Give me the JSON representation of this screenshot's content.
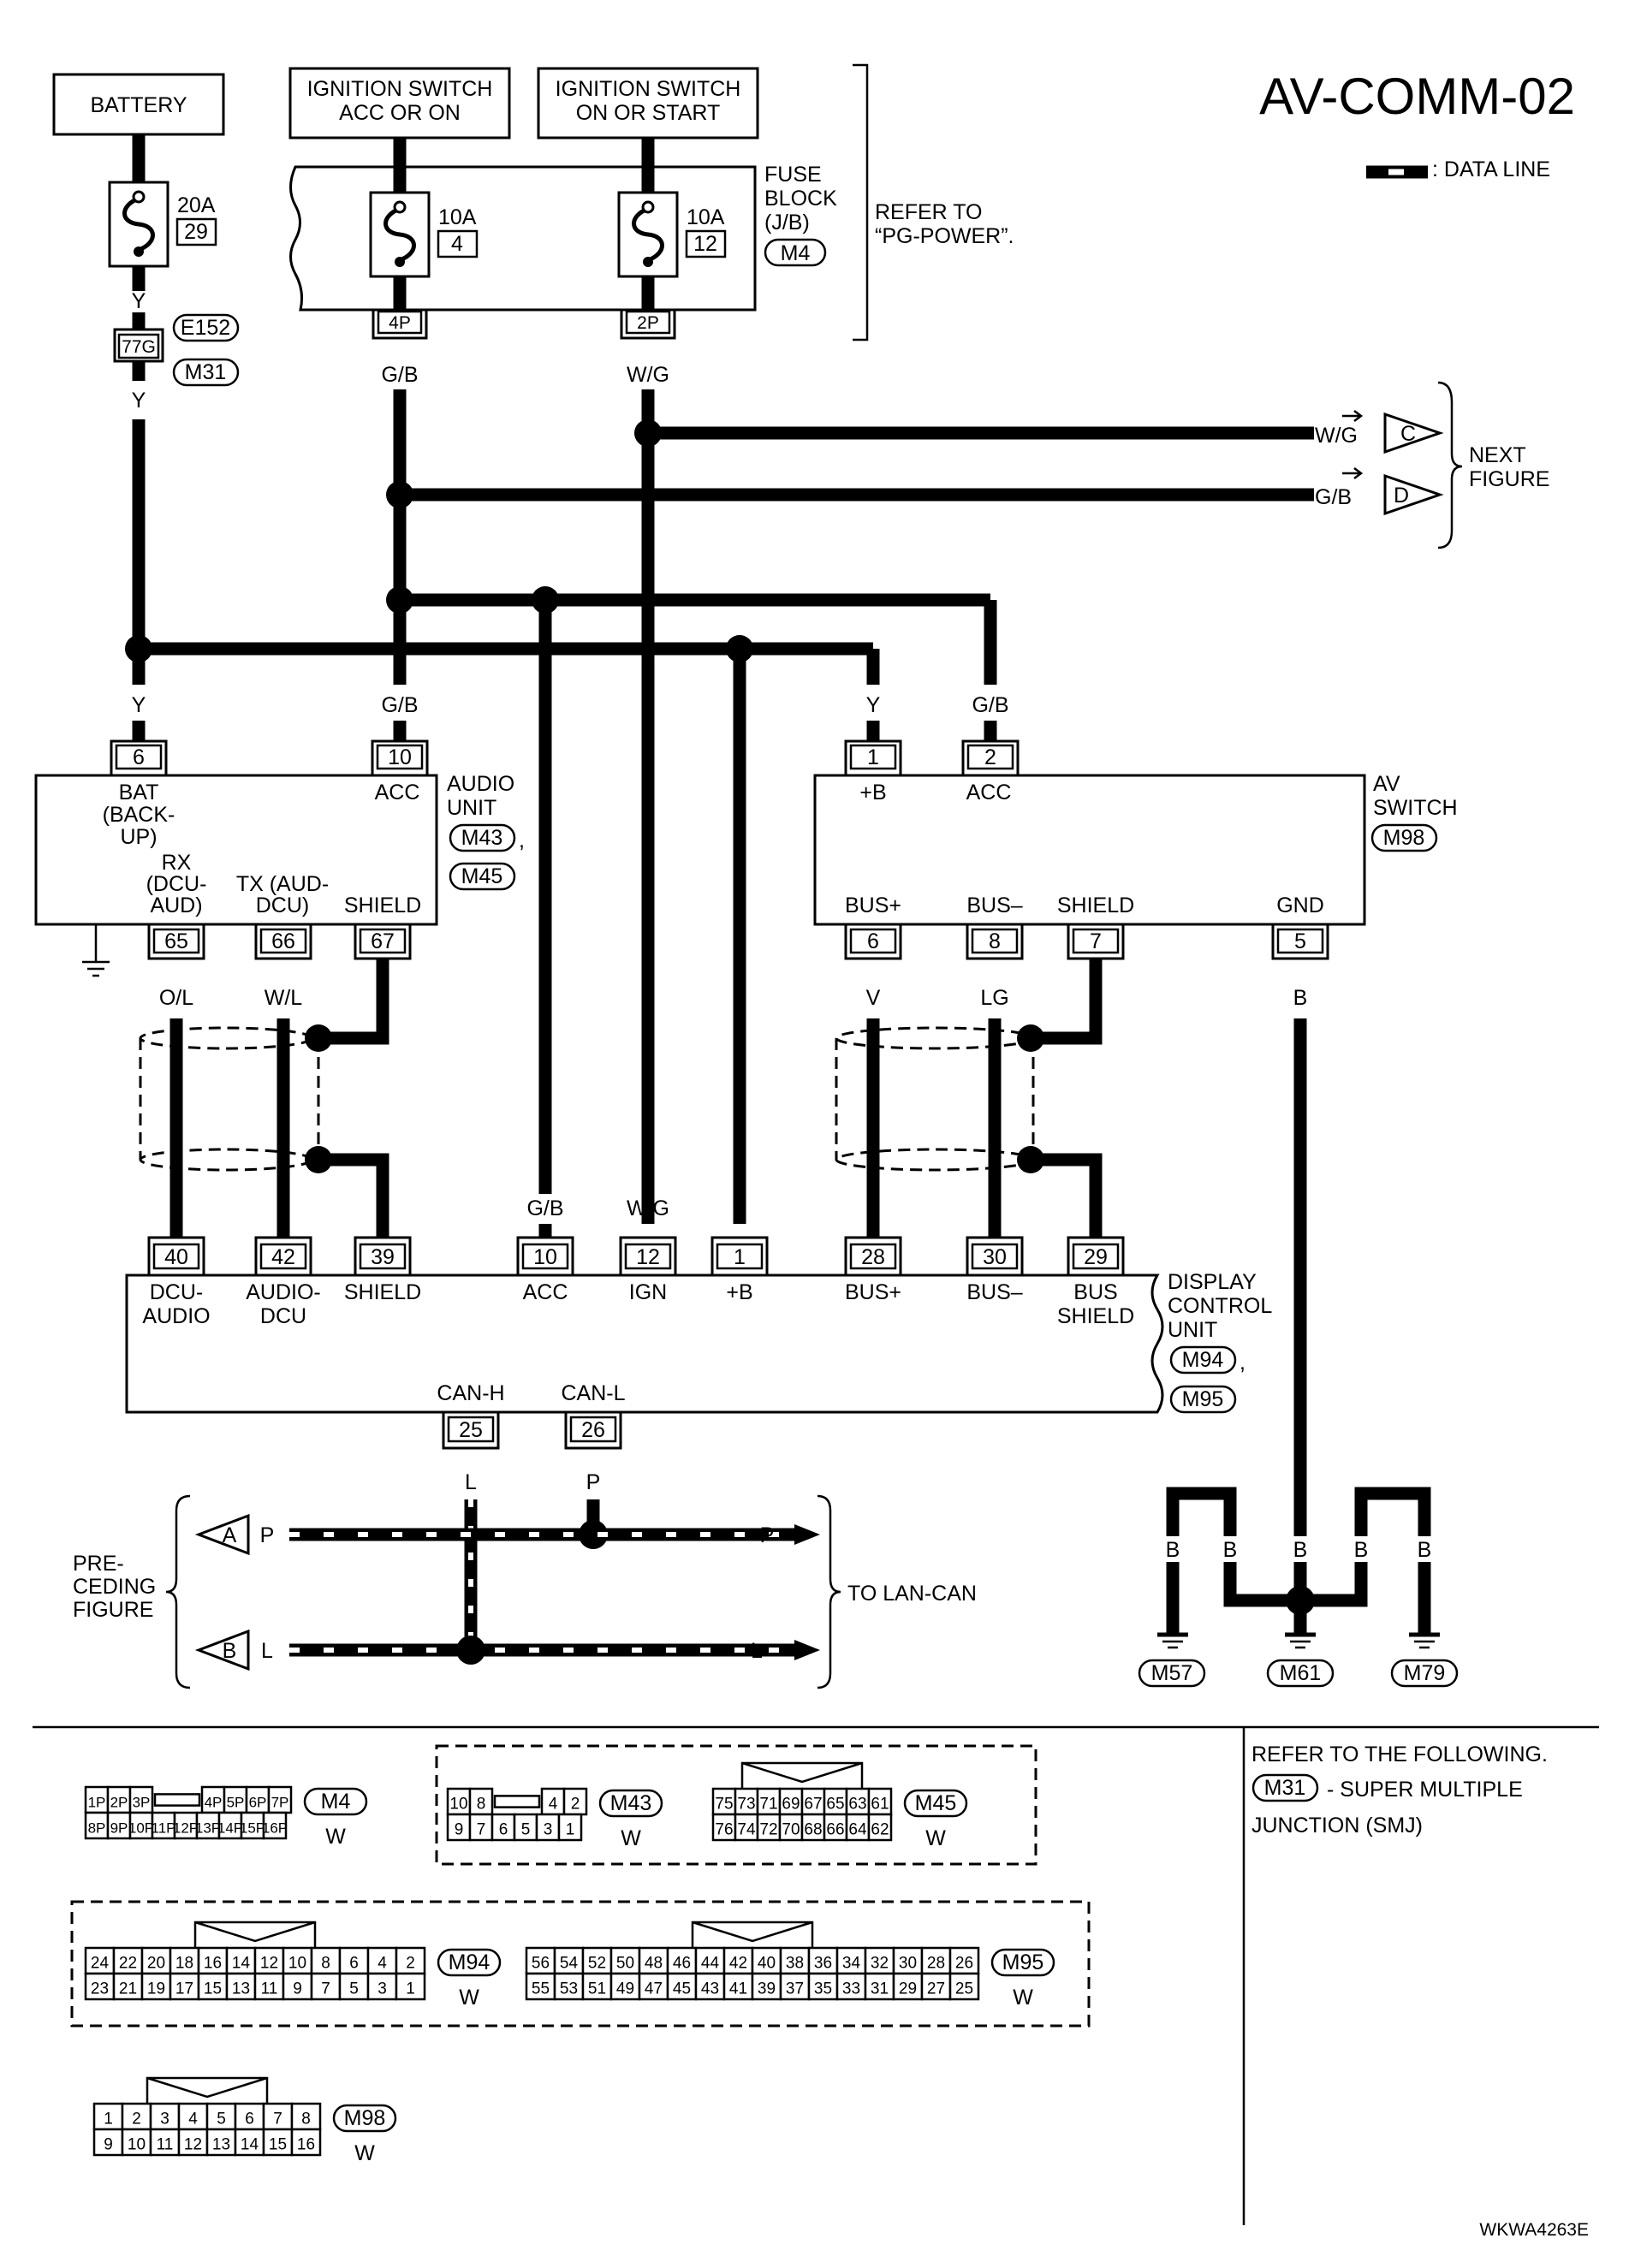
{
  "diagram_id": "AV-COMM-02",
  "figure_code": "WKWA4263E",
  "legend": {
    "data_line": ": DATA LINE"
  },
  "power": {
    "battery": "BATTERY",
    "ign_acc": [
      "IGNITION SWITCH",
      "ACC OR ON"
    ],
    "ign_on": [
      "IGNITION SWITCH",
      "ON OR START"
    ],
    "fuse_batt": {
      "amp": "20A",
      "num": "29"
    },
    "fuse_acc": {
      "amp": "10A",
      "num": "4"
    },
    "fuse_ign": {
      "amp": "10A",
      "num": "12"
    },
    "fuse_block": [
      "FUSE",
      "BLOCK",
      "(J/B)"
    ],
    "fuse_block_conn": "M4",
    "refer": [
      "REFER TO",
      "“PG-POWER”."
    ],
    "jb_pins": [
      "4P",
      "2P"
    ],
    "smj_pin": "77G",
    "smj_conns": [
      "E152",
      "M31"
    ]
  },
  "next_figure": {
    "label": [
      "NEXT",
      "FIGURE"
    ],
    "items": [
      {
        "wire": "W/G",
        "id": "C"
      },
      {
        "wire": "G/B",
        "id": "D"
      }
    ]
  },
  "wires": {
    "y": "Y",
    "gb": "G/B",
    "wg": "W/G",
    "ol": "O/L",
    "wl": "W/L",
    "v": "V",
    "lg": "LG",
    "b": "B",
    "l": "L",
    "p": "P"
  },
  "audio_unit": {
    "name": [
      "AUDIO",
      "UNIT"
    ],
    "conns": [
      "M43",
      "M45"
    ],
    "pins": [
      "6",
      "10",
      "65",
      "66",
      "67"
    ],
    "labels": {
      "bat": [
        "BAT",
        "(BACK-",
        "UP)"
      ],
      "acc": "ACC",
      "rx": [
        "RX",
        "(DCU-",
        "AUD)"
      ],
      "tx": [
        "TX (AUD-",
        "DCU)"
      ],
      "shield": "SHIELD"
    }
  },
  "av_switch": {
    "name": [
      "AV",
      "SWITCH"
    ],
    "conn": "M98",
    "pins": [
      "1",
      "2",
      "6",
      "8",
      "7",
      "5"
    ],
    "labels": [
      "+B",
      "ACC",
      "BUS+",
      "BUS–",
      "SHIELD",
      "GND"
    ]
  },
  "dcu": {
    "name": [
      "DISPLAY",
      "CONTROL",
      "UNIT"
    ],
    "conns": [
      "M94",
      "M95"
    ],
    "pins": [
      "40",
      "42",
      "39",
      "10",
      "12",
      "1",
      "28",
      "30",
      "29",
      "25",
      "26"
    ],
    "labels": {
      "dcu_audio": [
        "DCU-",
        "AUDIO"
      ],
      "audio_dcu": [
        "AUDIO-",
        "DCU"
      ],
      "shield": "SHIELD",
      "acc": "ACC",
      "ign": "IGN",
      "plus_b": "+B",
      "bus_plus": "BUS+",
      "bus_minus": "BUS–",
      "bus_shield": [
        "BUS",
        "SHIELD"
      ],
      "can_h": "CAN-H",
      "can_l": "CAN-L"
    }
  },
  "can_bus": {
    "preceding": [
      "PRE-",
      "CEDING",
      "FIGURE"
    ],
    "to_lan": "TO LAN-CAN",
    "ids": [
      "A",
      "B"
    ]
  },
  "grounds": [
    "M57",
    "M61",
    "M79"
  ],
  "connectors": {
    "m4": {
      "id": "M4",
      "color": "W",
      "top": [
        "1P",
        "2P",
        "3P",
        "",
        "4P",
        "5P",
        "6P",
        "7P"
      ],
      "bottom": [
        "8P",
        "9P",
        "10P",
        "11P",
        "12P",
        "13P",
        "14P",
        "15P",
        "16P"
      ]
    },
    "m43": {
      "id": "M43",
      "color": "W",
      "top": [
        "10",
        "8",
        "",
        "4",
        "2"
      ],
      "bottom": [
        "9",
        "7",
        "6",
        "5",
        "3",
        "1"
      ]
    },
    "m45": {
      "id": "M45",
      "color": "W",
      "top": [
        "75",
        "73",
        "71",
        "69",
        "67",
        "65",
        "63",
        "61"
      ],
      "bottom": [
        "76",
        "74",
        "72",
        "70",
        "68",
        "66",
        "64",
        "62"
      ]
    },
    "m94": {
      "id": "M94",
      "color": "W",
      "top": [
        "24",
        "22",
        "20",
        "18",
        "16",
        "14",
        "12",
        "10",
        "8",
        "6",
        "4",
        "2"
      ],
      "bottom": [
        "23",
        "21",
        "19",
        "17",
        "15",
        "13",
        "11",
        "9",
        "7",
        "5",
        "3",
        "1"
      ]
    },
    "m95": {
      "id": "M95",
      "color": "W",
      "top": [
        "56",
        "54",
        "52",
        "50",
        "48",
        "46",
        "44",
        "42",
        "40",
        "38",
        "36",
        "34",
        "32",
        "30",
        "28",
        "26"
      ],
      "bottom": [
        "55",
        "53",
        "51",
        "49",
        "47",
        "45",
        "43",
        "41",
        "39",
        "37",
        "35",
        "33",
        "31",
        "29",
        "27",
        "25"
      ]
    },
    "m98": {
      "id": "M98",
      "color": "W",
      "top": [
        "1",
        "2",
        "3",
        "4",
        "5",
        "6",
        "7",
        "8"
      ],
      "bottom": [
        "9",
        "10",
        "11",
        "12",
        "13",
        "14",
        "15",
        "16"
      ]
    }
  },
  "refer_note": {
    "title": "REFER TO THE FOLLOWING.",
    "conn": "M31",
    "text": "- SUPER  MULTIPLE",
    "text2": "JUNCTION (SMJ)"
  }
}
